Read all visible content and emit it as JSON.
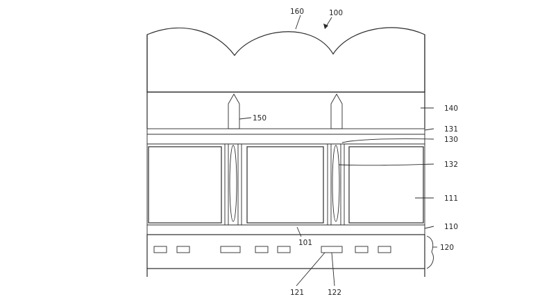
{
  "labels": {
    "l100": "100",
    "l160": "160",
    "l150": "150",
    "l140": "140",
    "l131": "131",
    "l130": "130",
    "l132": "132",
    "l111": "111",
    "l110": "110",
    "l101": "101",
    "l120": "120",
    "l121": "121",
    "l122": "122"
  }
}
